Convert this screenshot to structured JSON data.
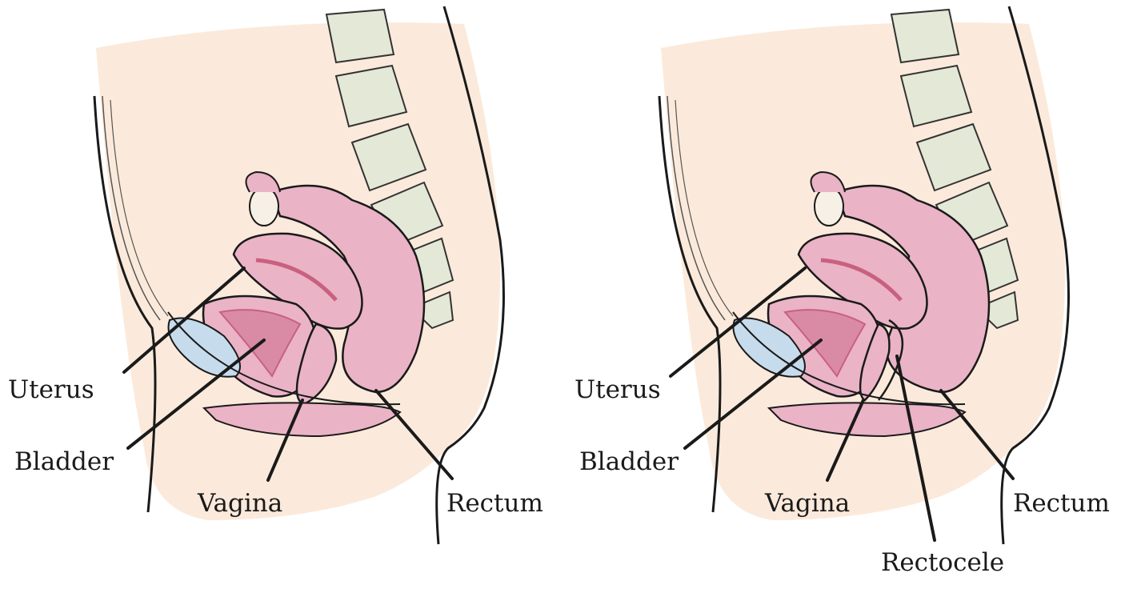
{
  "figures": [
    {
      "labels": {
        "uterus": "Uterus",
        "bladder": "Bladder",
        "vagina": "Vagina",
        "rectum": "Rectum"
      }
    },
    {
      "labels": {
        "uterus": "Uterus",
        "bladder": "Bladder",
        "vagina": "Vagina",
        "rectum": "Rectum",
        "rectocele": "Rectocele"
      }
    }
  ],
  "colors": {
    "skin": "#fbeadb",
    "spine": "#e4e8d6",
    "organ_pink": "#eab3c6",
    "organ_dark": "#c9607f",
    "bladder": "#c6dcec",
    "outline": "#1a1a1a"
  }
}
